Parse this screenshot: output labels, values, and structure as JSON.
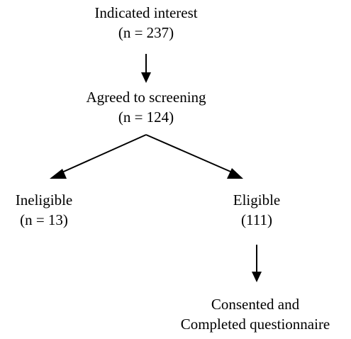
{
  "flowchart": {
    "interest": {
      "label": "Indicated interest",
      "count": "(n = 237)"
    },
    "screening": {
      "label": "Agreed to screening",
      "count": "(n = 124)"
    },
    "ineligible": {
      "label": "Ineligible",
      "count": "(n = 13)"
    },
    "eligible": {
      "label": "Eligible",
      "count": "(111)"
    },
    "consented": {
      "line1": "Consented and",
      "line2": "Completed questionnaire"
    }
  },
  "colors": {
    "line": "#000000",
    "text": "#000000",
    "background": "#ffffff"
  }
}
